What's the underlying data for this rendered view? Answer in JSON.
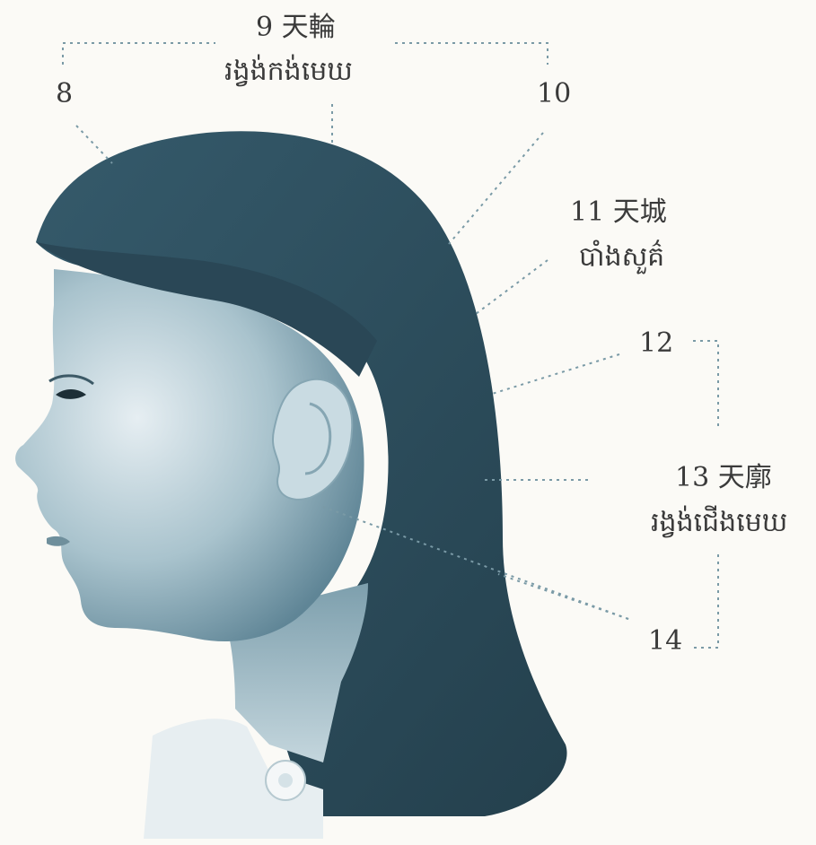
{
  "colors": {
    "hair": "#2d4c5c",
    "skin_light": "#d6e4ea",
    "skin_mid": "#8fb0bd",
    "leader": "#7a9aa6",
    "text": "#3a3a3a",
    "background": "#fbfaf6"
  },
  "labels": {
    "l8": "8",
    "l9": "9 天輪",
    "l9_khmer": "រង្វង់កង់មេឃ",
    "l10": "10",
    "l11": "11 天城",
    "l11_khmer": "បាំងសួគ៌",
    "l12": "12",
    "l13": "13 天廓",
    "l13_khmer": "រង្វង់ជើងមេឃ",
    "l14": "14"
  }
}
